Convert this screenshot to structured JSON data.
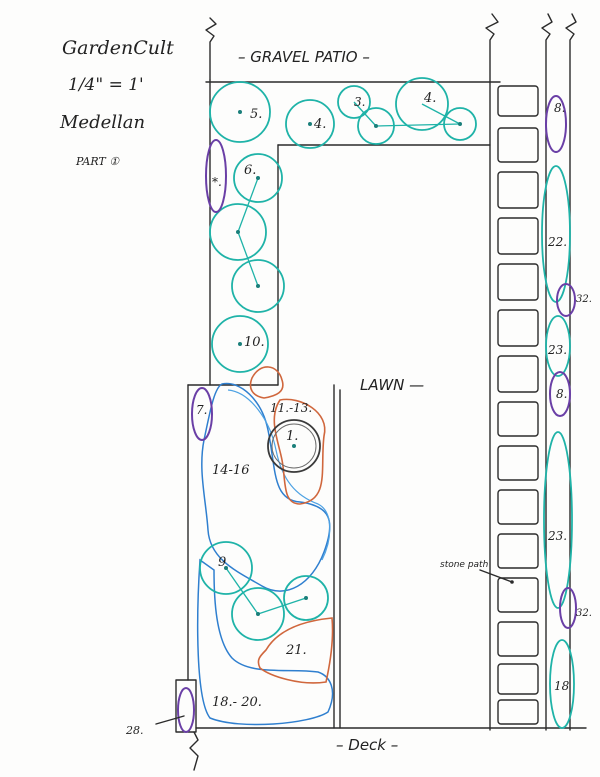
{
  "header": {
    "title": "GardenCult",
    "scale": "1/4\" = 1'",
    "client": "Medellan",
    "part": "PART ①"
  },
  "labels": {
    "gravel_patio": "– GRAVEL PATIO –",
    "lawn": "LAWN —",
    "deck": "– Deck –",
    "stone_path": "stone path"
  },
  "plants": [
    {
      "id": "p5",
      "label": "5."
    },
    {
      "id": "p4a",
      "label": "4."
    },
    {
      "id": "p3",
      "label": "3."
    },
    {
      "id": "p4b",
      "label": "4."
    },
    {
      "id": "p8a",
      "label": "8."
    },
    {
      "id": "p6",
      "label": "6."
    },
    {
      "id": "p_star",
      "label": "*."
    },
    {
      "id": "p22",
      "label": "22."
    },
    {
      "id": "p32a",
      "label": "32."
    },
    {
      "id": "p23a",
      "label": "23."
    },
    {
      "id": "p10",
      "label": "10."
    },
    {
      "id": "p8b",
      "label": "8."
    },
    {
      "id": "p7",
      "label": "7."
    },
    {
      "id": "p11_13",
      "label": "11.-13."
    },
    {
      "id": "p1",
      "label": "1."
    },
    {
      "id": "p14_16",
      "label": "14-16"
    },
    {
      "id": "p23b",
      "label": "23."
    },
    {
      "id": "p9",
      "label": "9"
    },
    {
      "id": "p32b",
      "label": "32."
    },
    {
      "id": "p21",
      "label": "21."
    },
    {
      "id": "p18",
      "label": "18"
    },
    {
      "id": "p18_20",
      "label": "18.- 20."
    },
    {
      "id": "p28",
      "label": "28."
    }
  ],
  "colors": {
    "ink": "#2b2b2b",
    "teal": "#1fb3a8",
    "purple": "#6a3fa6",
    "orange": "#d0673d",
    "blue": "#2f7fcf"
  }
}
